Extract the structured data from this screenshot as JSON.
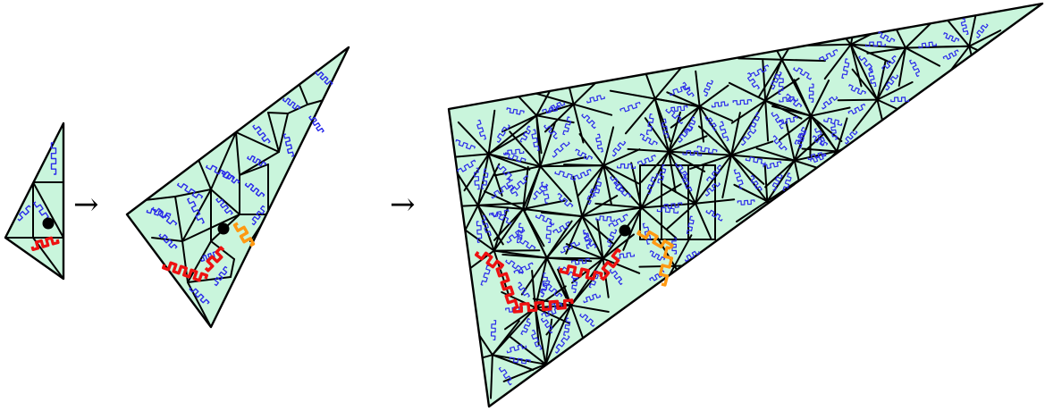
{
  "figure": {
    "arrows": [
      "→",
      "→"
    ],
    "stages": [
      {
        "name": "stage-1",
        "subdivision_level": 1
      },
      {
        "name": "stage-2",
        "subdivision_level": 2
      },
      {
        "name": "stage-3",
        "subdivision_level": 3
      }
    ]
  },
  "colors": {
    "tile_fill": "#c9f5dc",
    "tile_stroke": "#000000",
    "curve_blue": "#2b2bea",
    "curve_red": "#ee1111",
    "curve_orange": "#ff9912",
    "vertex_dot": "#000000"
  }
}
